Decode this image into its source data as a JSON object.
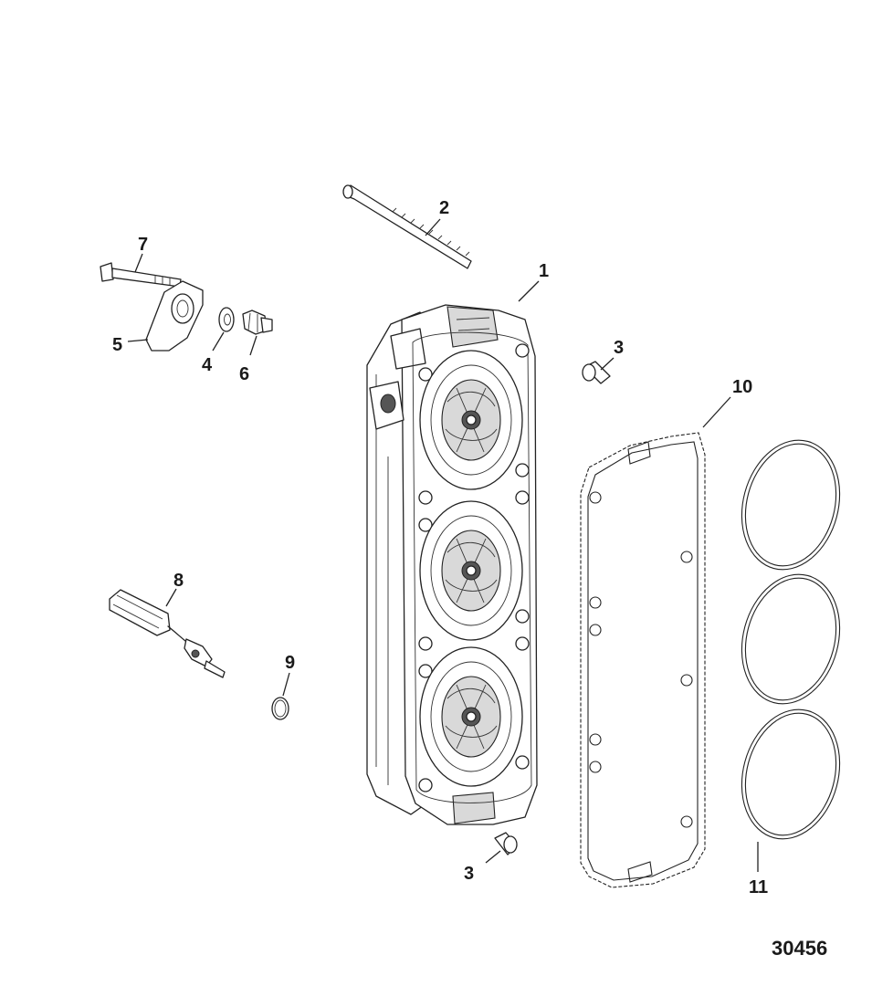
{
  "diagram": {
    "figure_number": "30456",
    "callouts": [
      {
        "id": "c1",
        "label": "1"
      },
      {
        "id": "c2",
        "label": "2"
      },
      {
        "id": "c3a",
        "label": "3"
      },
      {
        "id": "c3b",
        "label": "3"
      },
      {
        "id": "c4",
        "label": "4"
      },
      {
        "id": "c5",
        "label": "5"
      },
      {
        "id": "c6",
        "label": "6"
      },
      {
        "id": "c7",
        "label": "7"
      },
      {
        "id": "c8",
        "label": "8"
      },
      {
        "id": "c9",
        "label": "9"
      },
      {
        "id": "c10",
        "label": "10"
      },
      {
        "id": "c11",
        "label": "11"
      }
    ]
  }
}
